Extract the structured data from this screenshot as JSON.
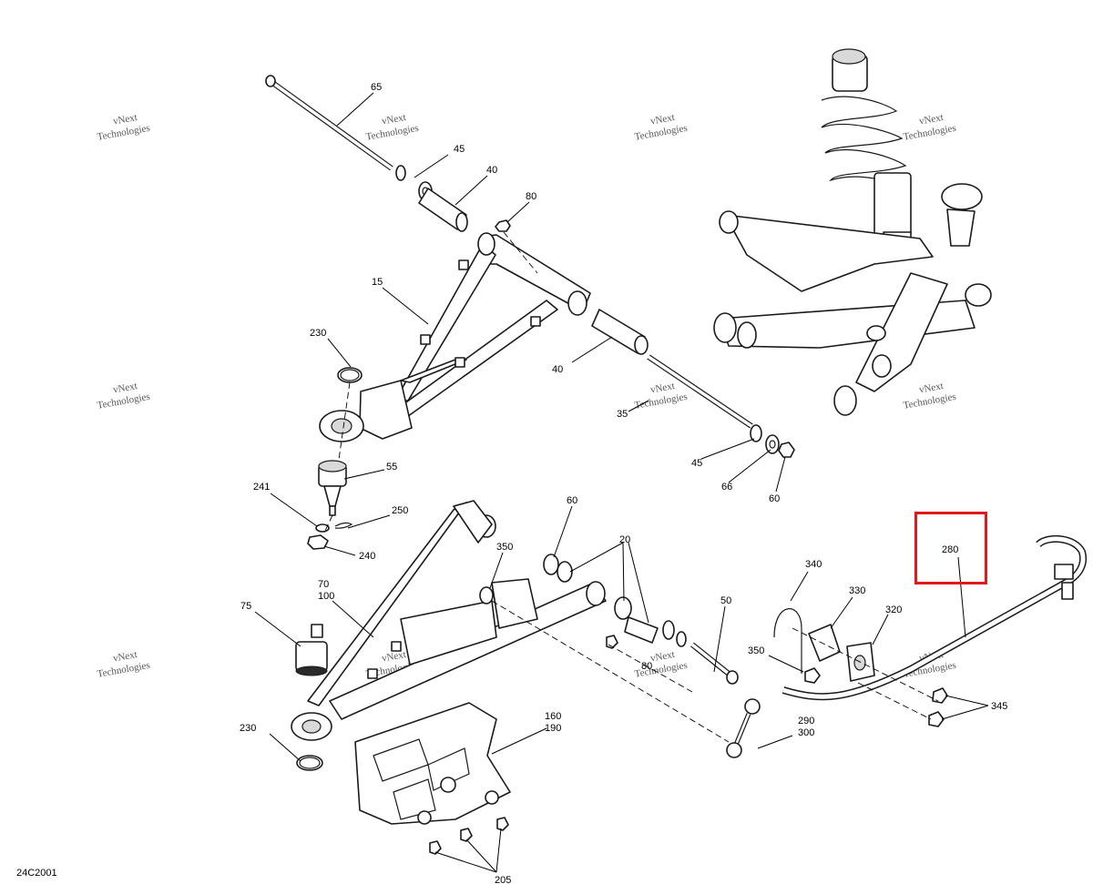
{
  "diagram": {
    "figure_code": "24C2001",
    "highlight_color": "#e11919",
    "watermark": {
      "line1": "vNext",
      "line2": "Technologies"
    },
    "callouts": {
      "c65": "65",
      "c45a": "45",
      "c40a": "40",
      "c80a": "80",
      "c15": "15",
      "c230a": "230",
      "c40b": "40",
      "c35": "35",
      "c45b": "45",
      "c66": "66",
      "c60a": "60",
      "c55": "55",
      "c241": "241",
      "c250": "250",
      "c240": "240",
      "c60b": "60",
      "c20": "20",
      "c350a": "350",
      "c70": "70",
      "c100": "100",
      "c75": "75",
      "c50": "50",
      "c80b": "80",
      "c340": "340",
      "c330": "330",
      "c320": "320",
      "c280": "280",
      "c350b": "350",
      "c345": "345",
      "c290": "290",
      "c300": "300",
      "c160": "160",
      "c190": "190",
      "c230b": "230",
      "c205": "205"
    }
  }
}
